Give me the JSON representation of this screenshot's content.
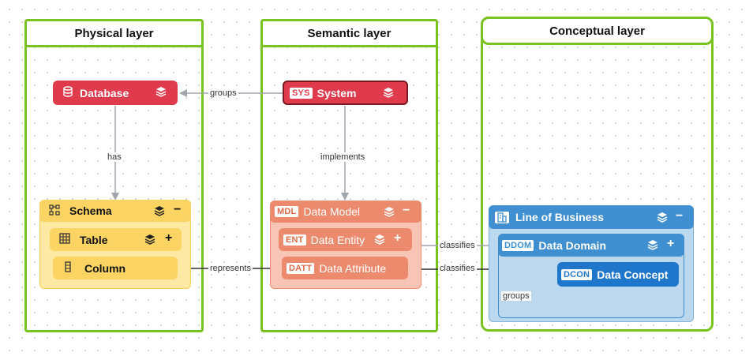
{
  "layers": {
    "physical": "Physical layer",
    "semantic": "Semantic layer",
    "conceptual": "Conceptual layer"
  },
  "nodes": {
    "database": "Database",
    "system": {
      "tag": "SYS",
      "label": "System"
    },
    "schema": "Schema",
    "table": "Table",
    "column": "Column",
    "data_model": {
      "tag": "MDL",
      "label": "Data Model"
    },
    "data_entity": {
      "tag": "ENT",
      "label": "Data Entity"
    },
    "data_attribute": {
      "tag": "DATT",
      "label": "Data Attribute"
    },
    "line_of_business": "Line of Business",
    "data_domain": {
      "tag": "DDOM",
      "label": "Data Domain"
    },
    "data_concept": {
      "tag": "DCON",
      "label": "Data Concept"
    }
  },
  "edges": {
    "groups_top": "groups",
    "has": "has",
    "implements": "implements",
    "represents": "represents",
    "classifies_1": "classifies",
    "classifies_2": "classifies",
    "groups_self": "groups"
  },
  "controls": {
    "collapse": "−",
    "expand": "+",
    "layers_icon": "layers-icon"
  },
  "colors": {
    "layer_border": "#78c31f",
    "database": "#e03b4d",
    "schema": "#fbd464",
    "model": "#ec8a6e",
    "business": "#3f8fd1"
  }
}
